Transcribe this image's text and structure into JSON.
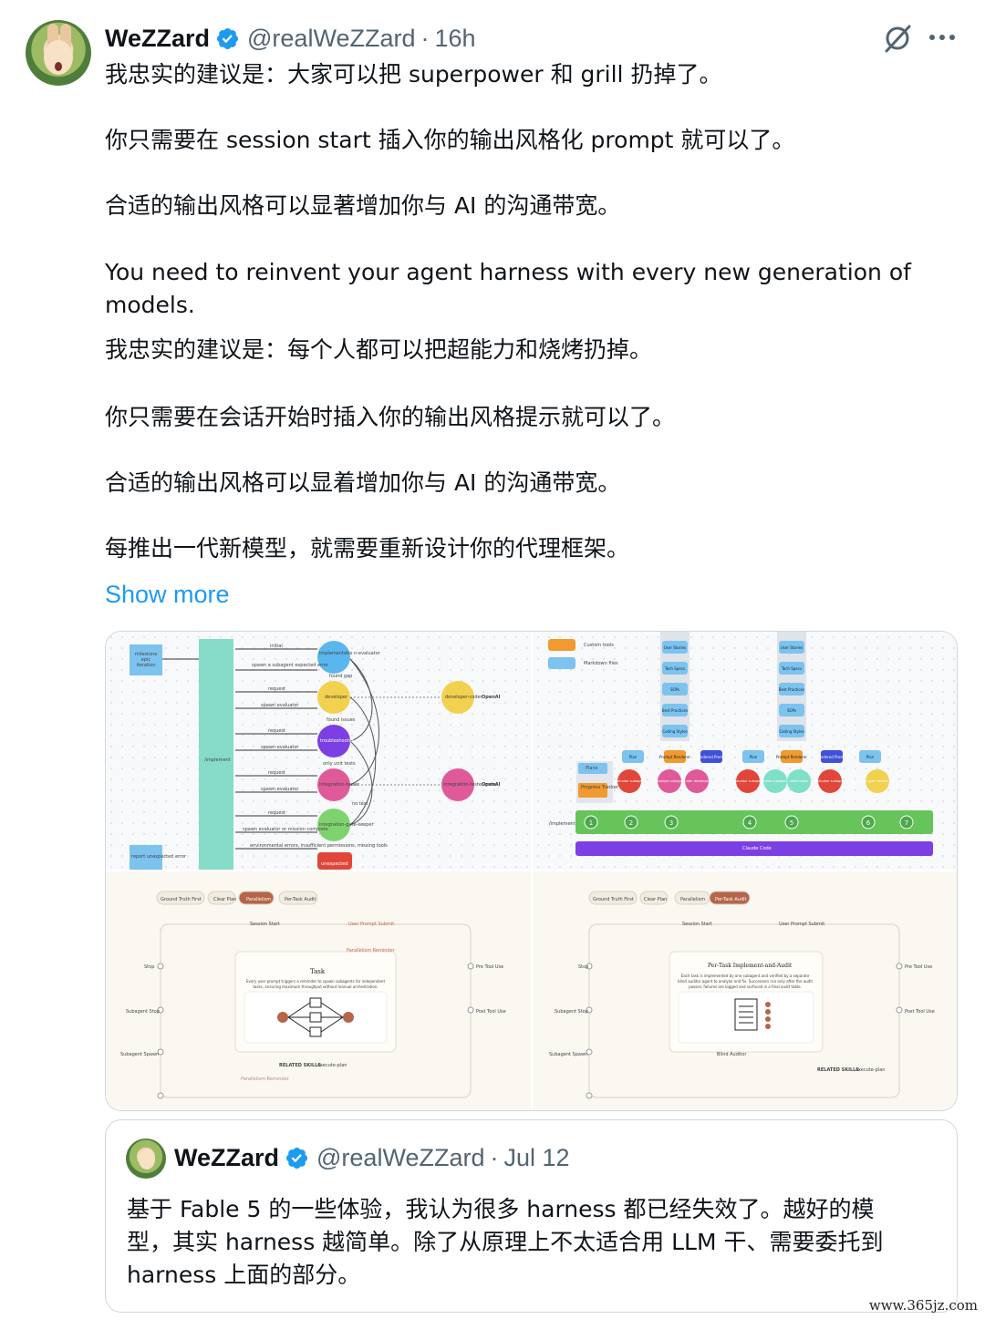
{
  "tweet": {
    "author_name": "WeZZard",
    "handle": "@realWeZZard",
    "separator": "·",
    "time": "16h",
    "lines": [
      "我忠实的建议是：大家可以把 superpower 和 grill 扔掉了。",
      "你只需要在 session start 插入你的输出风格化 prompt 就可以了。",
      "合适的输出风格可以显著增加你与 AI 的沟通带宽。",
      "You need to reinvent your agent harness with every new generation of",
      "models.",
      "我忠实的建议是：每个人都可以把超能力和烧烤扔掉。",
      "你只需要在会话开始时插入你的输出风格提示就可以了。",
      "合适的输出风格可以显着增加你与 AI 的沟通带宽。",
      "每推出一代新模型，就需要重新设计你的代理框架。"
    ],
    "show_more": "Show more"
  },
  "media": {
    "panel1": {
      "left_box": "milestone epic iteration",
      "bar_label": "/implement",
      "bottom_box": "report unexpected error",
      "nodes": [
        "implementatio n-evaluator",
        "developer",
        "troubleshooter",
        "integration-tester",
        "integration-gate-keeper",
        "unexpected"
      ],
      "arrows": [
        "initial",
        "spawn a subagent expected error",
        "request",
        "spawn evaluator",
        "request",
        "spawn evaluator",
        "request",
        "spawn evaluator",
        "request",
        "spawn evaluator or mission complete",
        "environmental errors, insufficient permissions, missing tools"
      ],
      "notes": [
        "found gap",
        "found issues",
        "only unit tests",
        "no test"
      ],
      "ext_nodes": [
        "developer-coder",
        "integration-tester-coder"
      ],
      "ext_labels": [
        "OpenAI",
        "OpenAI"
      ]
    },
    "panel2": {
      "legend": [
        "Custom tools",
        "Markdown files"
      ],
      "col_left": [
        "User Stories",
        "Tech Specs",
        "SOPs",
        "Best Practices",
        "Coding Styles"
      ],
      "col_right": [
        "User Stories",
        "Tech Specs",
        "Best Practices",
        "SOPs",
        "Coding Styles"
      ],
      "side_items": [
        "Plans",
        "Progress Tracker"
      ],
      "plan_labels": [
        "Plan",
        "Prompt Renderer",
        "Rendered Prompt",
        "Plan",
        "Prompt Renderer",
        "Rendered Prompt",
        "Plan"
      ],
      "agents": [
        "evaluator subagent",
        "developer subagent",
        "coder developer",
        "evaluator subagent",
        "tester subagent",
        "coder tester",
        "evaluator subagent",
        "integration gate keeper subagent"
      ],
      "bar_label": "/implement",
      "steps": [
        "1",
        "2",
        "3",
        "4",
        "5",
        "6",
        "7"
      ],
      "footer": "Claude Code"
    },
    "panel3": {
      "tabs": [
        "Ground Truth First",
        "Clear Plan",
        "Parallelism",
        "Per-Task Audit"
      ],
      "active_tab": "Parallelism",
      "top_labels": [
        "Session Start",
        "User Prompt Submit"
      ],
      "reminder": "Parallelism Reminder",
      "card_title": "Task",
      "card_text": "Every user prompt triggers a reminder to spawn subagents for independent tasks, ensuring maximum throughput without manual orchestration.",
      "left_labels": [
        "Stop",
        "Subagent Stop",
        "Subagent Spawn"
      ],
      "right_labels": [
        "Pre Tool Use",
        "Post Tool Use"
      ],
      "related": "RELATED SKILLS",
      "skill": "execute-plan",
      "bottom_chip": "Parallelism Reminder"
    },
    "panel4": {
      "tabs": [
        "Ground Truth First",
        "Clear Plan",
        "Parallelism",
        "Per-Task Audit"
      ],
      "active_tab": "Per-Task Audit",
      "top_labels": [
        "Session Start",
        "User Prompt Submit"
      ],
      "card_title": "Per-Task Implement-and-Audit",
      "card_text": "Each task is implemented by one subagent and verified by a separate blind auditor agent to analyze and fix. Successors run only after the audit passes; failures are logged and surfaced in a final audit table.",
      "left_labels": [
        "Stop",
        "Subagent Stop",
        "Subagent Spawn"
      ],
      "right_labels": [
        "Pre Tool Use",
        "Post Tool Use"
      ],
      "chip": "Blind Auditor",
      "related": "RELATED SKILLS",
      "skill": "execute-plan"
    }
  },
  "quote": {
    "author_name": "WeZZard",
    "handle": "@realWeZZard",
    "separator": "·",
    "date": "Jul 12",
    "lines": [
      "基于 Fable 5 的一些体验，我认为很多 harness 都已经失效了。越好的模",
      "型，其实 harness 越简单。除了从原理上不太适合用 LLM 干、需要委托到",
      "harness 上面的部分。"
    ]
  },
  "watermark": "www.365jz.com",
  "colors": {
    "accent": "#1d9bf0",
    "text": "#0f1419",
    "muted": "#536471",
    "border": "#cfd9de"
  },
  "icons": [
    "verified-badge-icon",
    "grok-icon",
    "more-icon"
  ]
}
